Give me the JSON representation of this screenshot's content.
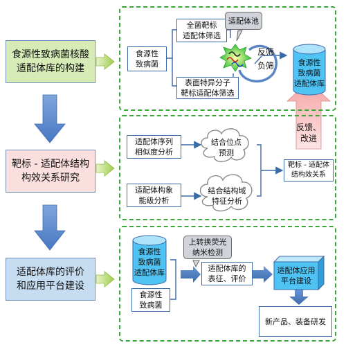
{
  "stages": {
    "stage1": "食源性致病菌核酸\n适配体库的构建",
    "stage2": "靶标 - 适配体结构\n构效关系研究",
    "stage3": "适配体库的评价\n和应用平台建设"
  },
  "panel1": {
    "source": "食源性\n致病菌",
    "whole_screen": "全菌靶标\n适配体筛选",
    "surface_screen": "表面特异分子\n靶标适配体筛选",
    "pool": "适配体池",
    "counter_screen": "反筛",
    "negative_screen": "负筛",
    "library": "食源性\n致病菌\n适配体库"
  },
  "feedback": "反馈、\n改进",
  "panel2": {
    "seq_analysis": "适配体序列\n相似度分析",
    "conf_analysis": "适配体构象\n能级分析",
    "site_prediction": "结合位点\n预测",
    "domain_analysis": "结合结构域\n特征分析",
    "relation": "靶标 - 适配体\n结构效关系"
  },
  "panel3": {
    "library": "食源性\n致病菌\n适配体库",
    "pathogen": "食源性\n致病菌",
    "upconversion": "上转换荧光\n纳米检测",
    "characterization": "适配体库的\n表征、评价",
    "platform": "适配体应用\n平台建设",
    "products": "新产品、装备研发"
  },
  "colors": {
    "green_fill": "#d6ebb5",
    "pink_fill": "#fbdede",
    "blue_fill": "#c6dcf0",
    "cyl_fill": "#4fc3f4",
    "arrow_blue": "#5b8bd0",
    "dash_green": "#3aa63a",
    "line_blue": "#3b6aa8"
  }
}
